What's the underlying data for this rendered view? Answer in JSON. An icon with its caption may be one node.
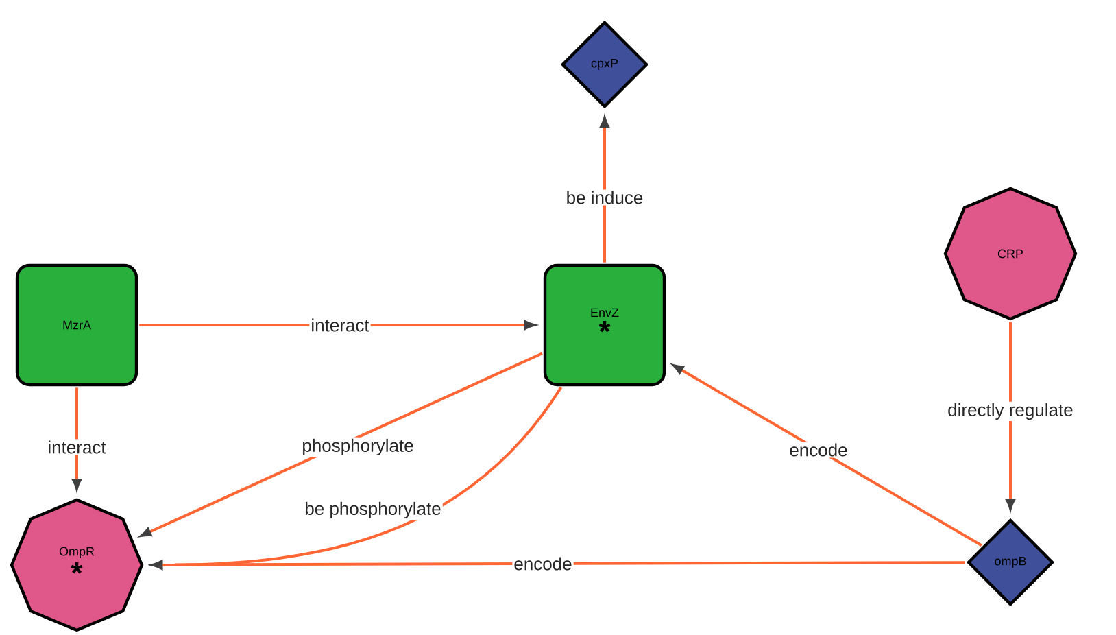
{
  "diagram": {
    "nodes": [
      {
        "text": [
          "cpxP"
        ]
      },
      {
        "text": [
          "MzrA"
        ]
      },
      {
        "text": [
          "EnvZ",
          "*"
        ]
      },
      {
        "text": [
          "CRP"
        ]
      },
      {
        "text": [
          "OmpR",
          "*"
        ]
      },
      {
        "text": [
          "ompB"
        ]
      }
    ],
    "edges": [
      {
        "from": 2,
        "to": 0,
        "arrow": "to",
        "label": "be induce"
      },
      {
        "from": 1,
        "to": 2,
        "arrow": "to",
        "label": "interact"
      },
      {
        "from": 1,
        "to": 4,
        "arrow": "to",
        "label": "interact"
      },
      {
        "from": 2,
        "to": 4,
        "arrow": "to",
        "label": "phosphorylate"
      },
      {
        "from": 2,
        "to": 4,
        "arrow": "to",
        "label": "be phosphorylate"
      },
      {
        "from": 3,
        "to": 5,
        "arrow": "to",
        "label": "directly regulate"
      },
      {
        "from": 5,
        "to": 2,
        "arrow": "to",
        "label": "encode"
      },
      {
        "from": 5,
        "to": 4,
        "arrow": "to",
        "label": "encode"
      }
    ]
  }
}
